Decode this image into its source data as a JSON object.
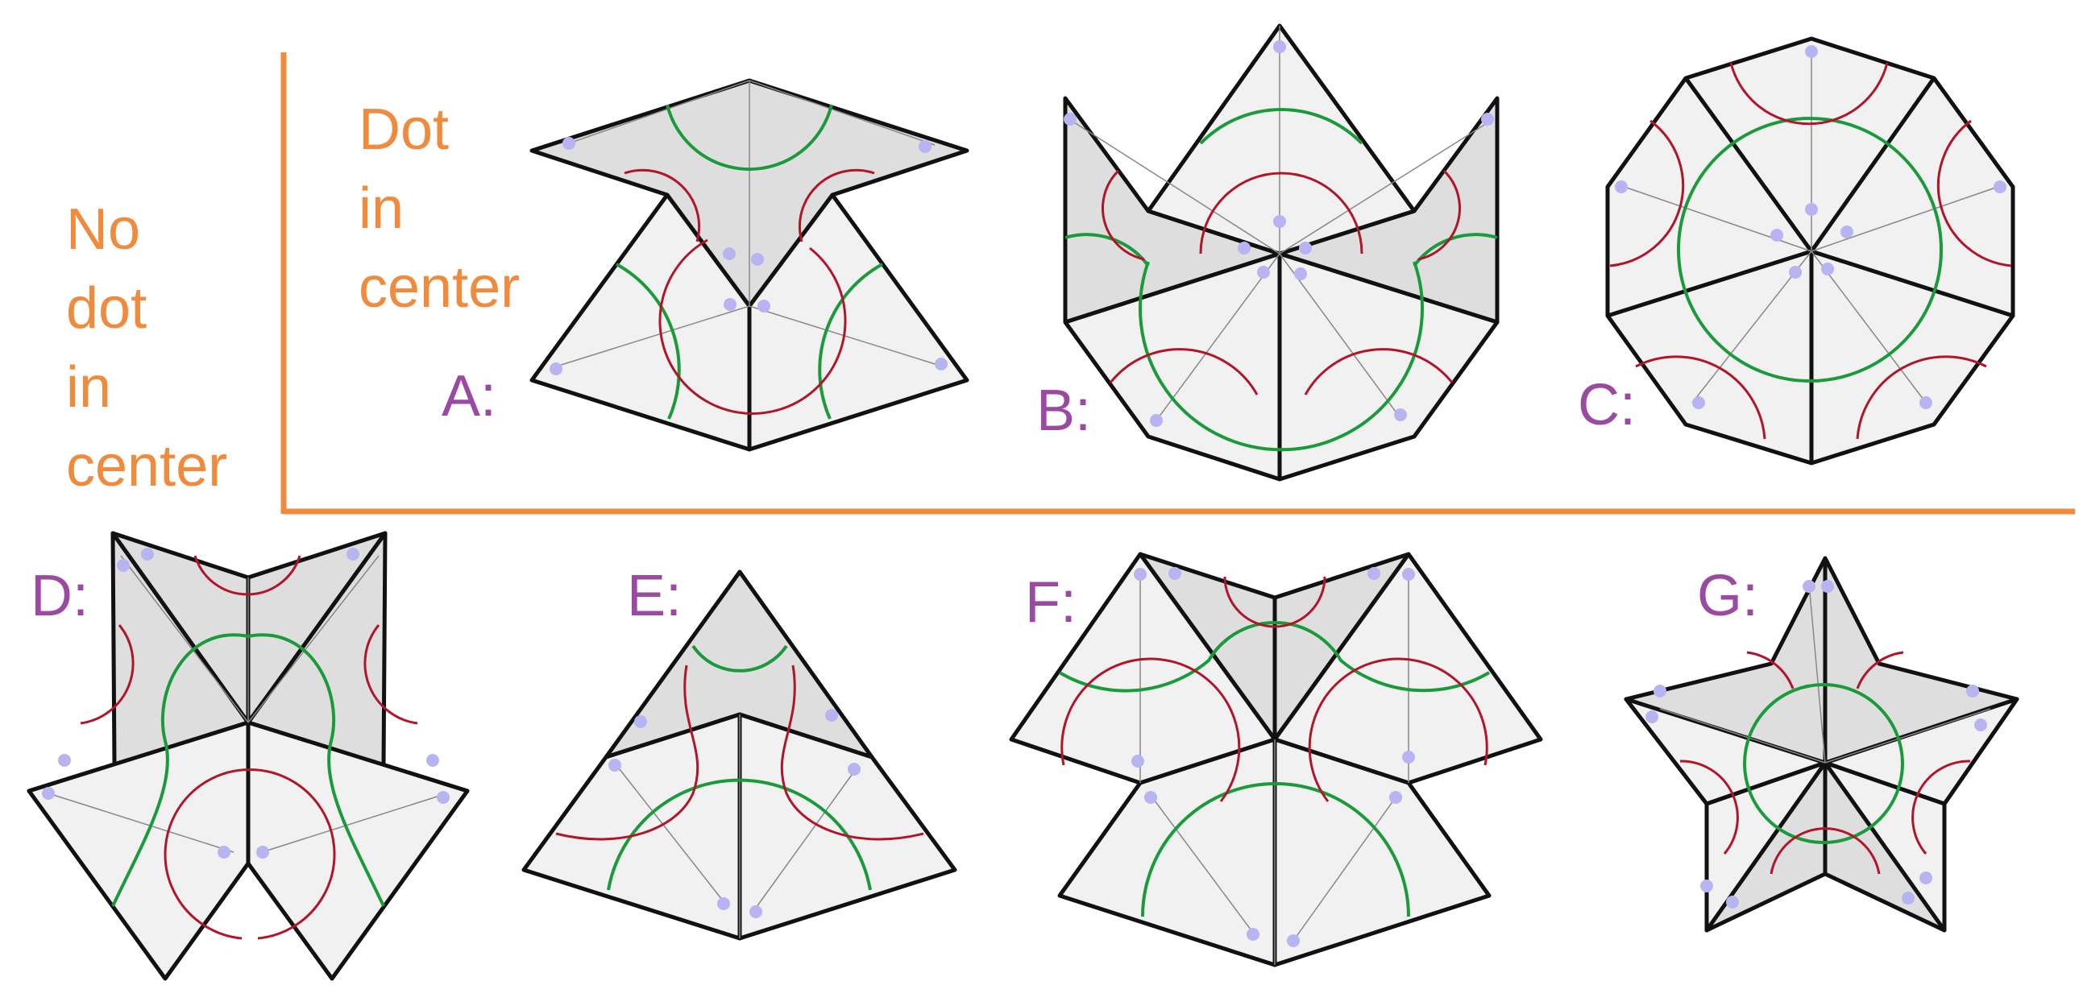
{
  "headings": {
    "no_dot": [
      "No",
      "dot",
      "in",
      "center"
    ],
    "dot": [
      "Dot",
      "in",
      "center"
    ]
  },
  "figures": [
    {
      "id": "A",
      "label": "A:"
    },
    {
      "id": "B",
      "label": "B:"
    },
    {
      "id": "C",
      "label": "C:"
    },
    {
      "id": "D",
      "label": "D:"
    },
    {
      "id": "E",
      "label": "E:"
    },
    {
      "id": "F",
      "label": "F:"
    },
    {
      "id": "G",
      "label": "G:"
    }
  ],
  "colors": {
    "divider": "#f08a3c",
    "heading": "#f08a3c",
    "label": "#9a4aa0",
    "face_light": "#f1f1f1",
    "face_dark": "#dedede",
    "edge": "#111111",
    "arc_green": "#1a9a3a",
    "arc_red": "#b0152a",
    "dot": "#b8b4f2"
  }
}
